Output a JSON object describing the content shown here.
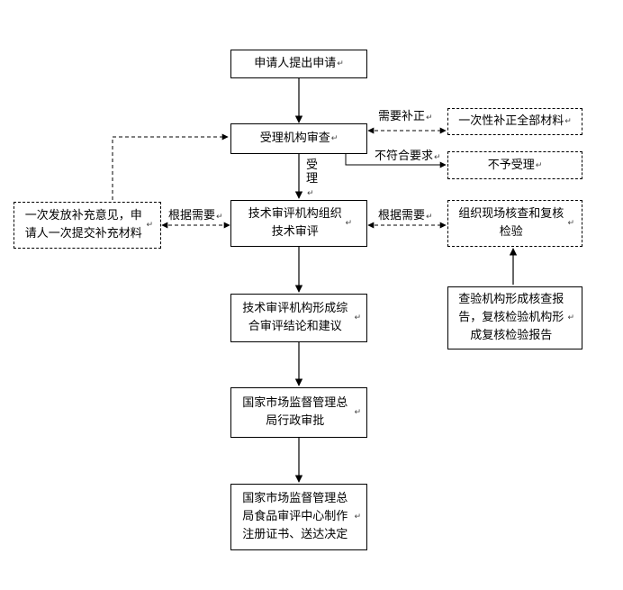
{
  "boxes": {
    "apply": "申请人提出申请",
    "review": "受理机构审查",
    "tech_review": "技术审评机构组织技术审评",
    "tech_conclusion": "技术审评机构形成综合审评结论和建议",
    "admin_approval": "国家市场监督管理总局行政审批",
    "certificate": "国家市场监督管理总局食品审评中心制作注册证书、送达决定",
    "supplement_all": "一次性补正全部材料",
    "reject": "不予受理",
    "supplement_once": "一次发放补充意见，申请人一次提交补充材料",
    "site_inspection": "组织现场核查和复核检验",
    "inspection_report": "查验机构形成核查报告，复核检验机构形成复核检验报告"
  },
  "labels": {
    "need_correction": "需要补正",
    "not_compliant": "不符合要求",
    "accepted": "受理",
    "as_needed_left": "根据需要",
    "as_needed_right": "根据需要"
  },
  "colors": {
    "line": "#000000",
    "background": "#ffffff"
  }
}
